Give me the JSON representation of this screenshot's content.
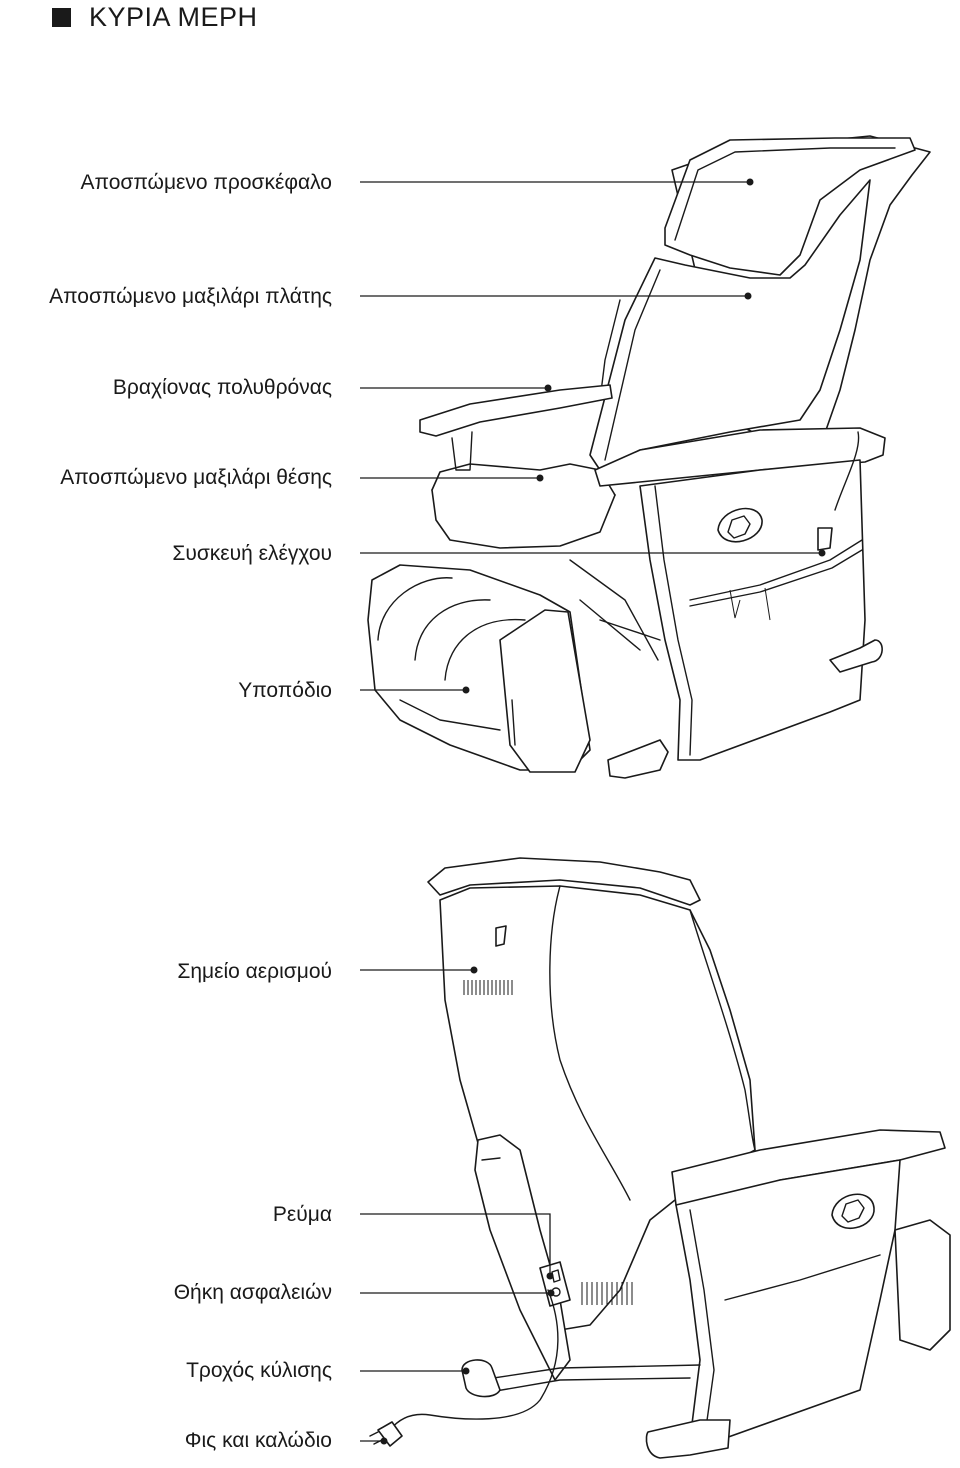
{
  "header": {
    "title": "ΚΥΡΙΑ ΜΕΡΗ",
    "marker_icon": "black-square"
  },
  "front_view": {
    "labels": [
      "Αποσπώμενο προσκέφαλο",
      "Αποσπώμενο μαξιλάρι πλάτης",
      "Βραχίονας πολυθρόνας",
      "Αποσπώμενο μαξιλάρι θέσης",
      "Συσκευή ελέγχου",
      "Υποπόδιο"
    ]
  },
  "back_view": {
    "labels": [
      "Σημείο αερισμού",
      "Ρεύμα",
      "Θήκη ασφαλειών",
      "Τροχός κύλισης",
      "Φις και καλώδιο"
    ]
  }
}
